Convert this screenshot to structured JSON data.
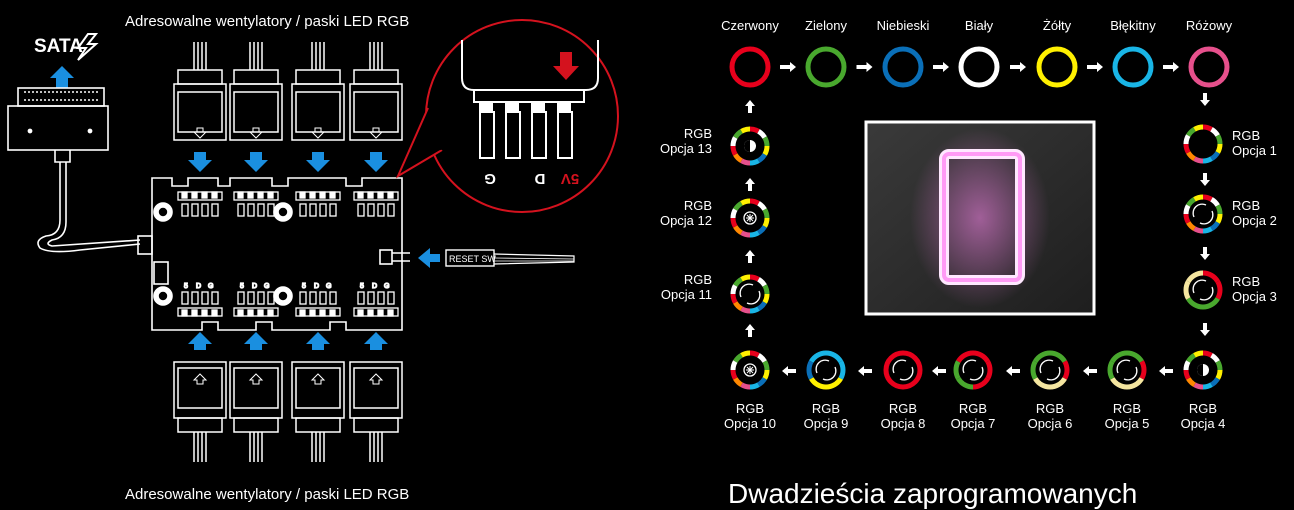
{
  "left_diagram": {
    "top_label": "Adresowalne wentylatory / paski LED RGB",
    "bottom_label": "Adresowalne wentylatory / paski LED RGB",
    "sata_label": "SATA",
    "reset_label": "RESET SW",
    "pin_labels": {
      "g": "G",
      "d": "D",
      "v5": "5V"
    },
    "board_pin_labels": {
      "g": "G",
      "d": "D",
      "s": "5"
    }
  },
  "right_diagram": {
    "colors": [
      {
        "label": "Czerwony",
        "hex": "#e8001c"
      },
      {
        "label": "Zielony",
        "hex": "#49a82e"
      },
      {
        "label": "Niebieski",
        "hex": "#0a6fb8"
      },
      {
        "label": "Biały",
        "hex": "#ffffff"
      },
      {
        "label": "Żółty",
        "hex": "#fff000"
      },
      {
        "label": "Błękitny",
        "hex": "#19b5e6"
      },
      {
        "label": "Różowy",
        "hex": "#e6508c"
      }
    ],
    "options": [
      {
        "line1": "RGB",
        "line2": "Opcja 1"
      },
      {
        "line1": "RGB",
        "line2": "Opcja 2"
      },
      {
        "line1": "RGB",
        "line2": "Opcja 3"
      },
      {
        "line1": "RGB",
        "line2": "Opcja 4"
      },
      {
        "line1": "RGB",
        "line2": "Opcja 5"
      },
      {
        "line1": "RGB",
        "line2": "Opcja 6"
      },
      {
        "line1": "RGB",
        "line2": "Opcja 7"
      },
      {
        "line1": "RGB",
        "line2": "Opcja 8"
      },
      {
        "line1": "RGB",
        "line2": "Opcja 9"
      },
      {
        "line1": "RGB",
        "line2": "Opcja 10"
      },
      {
        "line1": "RGB",
        "line2": "Opcja 11"
      },
      {
        "line1": "RGB",
        "line2": "Opcja 12"
      },
      {
        "line1": "RGB",
        "line2": "Opcja 13"
      }
    ],
    "display_digit": "0",
    "bottom_heading": "Dwadzieścia zaprogramowanych"
  },
  "colors": {
    "arrow_blue": "#1a8fe0",
    "callout_red": "#d4121e",
    "digit_glow": "#ff66ee"
  }
}
